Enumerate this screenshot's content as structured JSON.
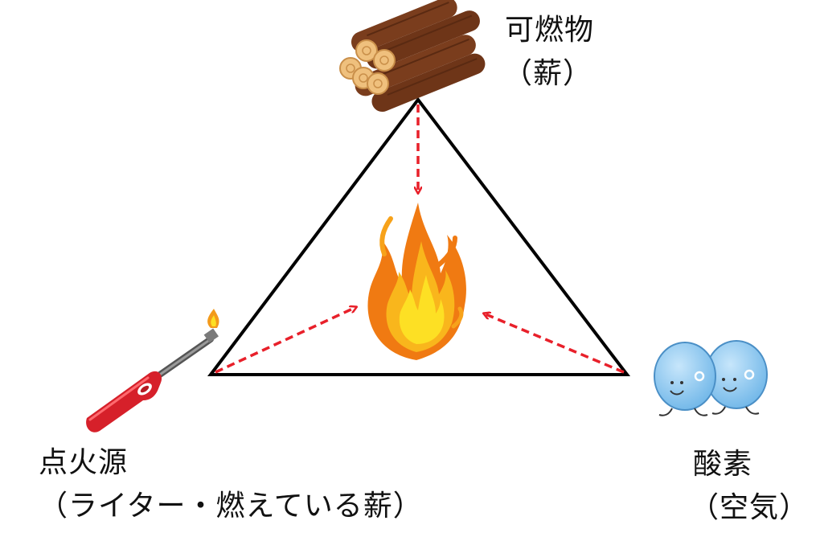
{
  "diagram": {
    "nodes": {
      "fuel": {
        "title": "可燃物",
        "subtitle": "（薪）",
        "icon": "firewood-icon"
      },
      "ignition": {
        "title": "点火源",
        "subtitle": "（ライター・燃えている薪）",
        "icon": "lighter-icon"
      },
      "oxygen": {
        "title": "酸素",
        "subtitle": "（空気）",
        "icon": "oxygen-molecule-icon"
      }
    },
    "center": {
      "icon": "fire-icon"
    },
    "colors": {
      "triangle": "#000000",
      "arrow": "#e8202a",
      "log": "#7a3d1d",
      "log_end": "#efc07d",
      "lighter": "#d6202a",
      "oxygen": "#8dc8f0",
      "flame_outer": "#f07a12",
      "flame_inner": "#fde024"
    }
  }
}
